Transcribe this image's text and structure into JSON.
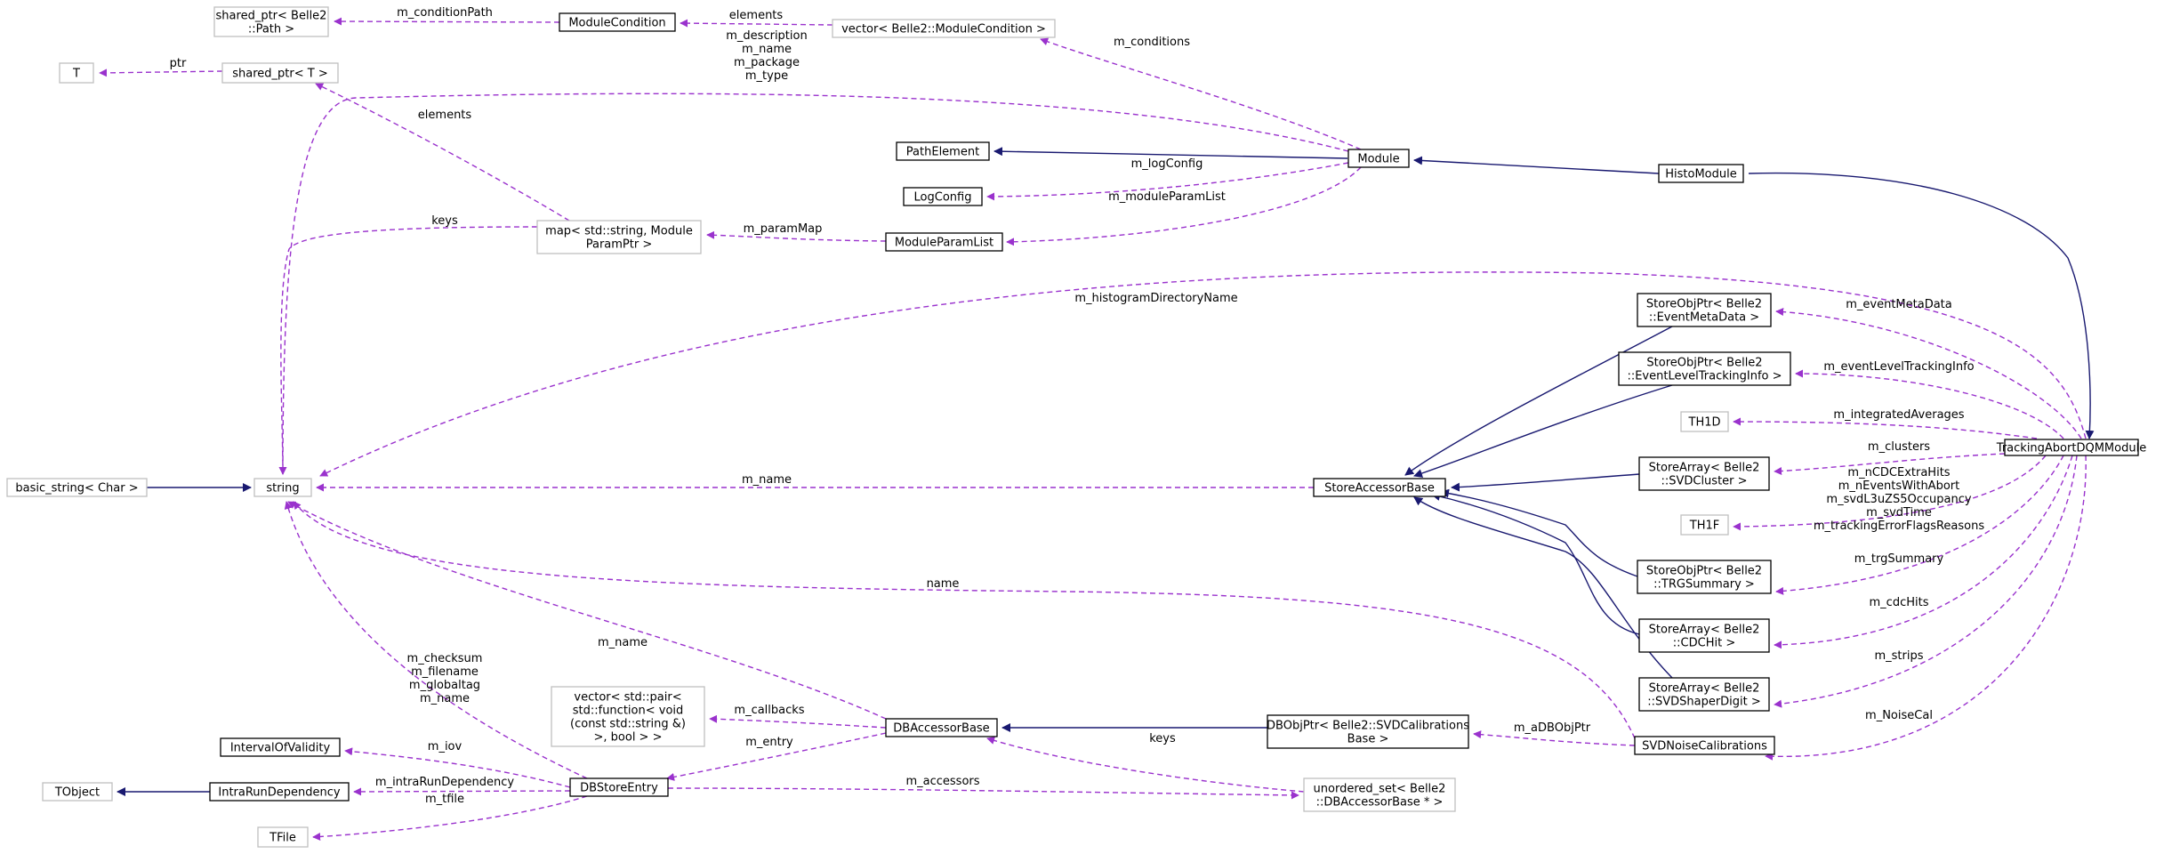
{
  "colors": {
    "inheritance": "#191970",
    "usage": "#9a32cd",
    "documented_border": "#000000",
    "external_border": "#bfbfbf",
    "focus_fill": "#bfbfbf"
  },
  "nodes": [
    {
      "id": "tracking",
      "lines": [
        "TrackingAbortDQMModule"
      ],
      "kind": "focus"
    },
    {
      "id": "histomodule",
      "lines": [
        "HistoModule"
      ],
      "kind": "class"
    },
    {
      "id": "module",
      "lines": [
        "Module"
      ],
      "kind": "class"
    },
    {
      "id": "pathelement",
      "lines": [
        "PathElement"
      ],
      "kind": "class"
    },
    {
      "id": "logconfig",
      "lines": [
        "LogConfig"
      ],
      "kind": "class"
    },
    {
      "id": "moduleparamlist",
      "lines": [
        "ModuleParamList"
      ],
      "kind": "class"
    },
    {
      "id": "modulecondition",
      "lines": [
        "ModuleCondition"
      ],
      "kind": "class"
    },
    {
      "id": "vec_modcond",
      "lines": [
        "vector< Belle2::ModuleCondition >"
      ],
      "kind": "external"
    },
    {
      "id": "sp_path",
      "lines": [
        "shared_ptr< Belle2",
        "::Path >"
      ],
      "kind": "external"
    },
    {
      "id": "sp_t",
      "lines": [
        "shared_ptr< T >"
      ],
      "kind": "external"
    },
    {
      "id": "t",
      "lines": [
        "T"
      ],
      "kind": "external"
    },
    {
      "id": "map",
      "lines": [
        "map< std::string, Module",
        "ParamPtr >"
      ],
      "kind": "external"
    },
    {
      "id": "string",
      "lines": [
        "string"
      ],
      "kind": "external"
    },
    {
      "id": "basic_string",
      "lines": [
        "basic_string< Char >"
      ],
      "kind": "external"
    },
    {
      "id": "storeaccessorbase",
      "lines": [
        "StoreAccessorBase"
      ],
      "kind": "class"
    },
    {
      "id": "sop_emd",
      "lines": [
        "StoreObjPtr< Belle2",
        "::EventMetaData >"
      ],
      "kind": "class"
    },
    {
      "id": "sop_elti",
      "lines": [
        "StoreObjPtr< Belle2",
        "::EventLevelTrackingInfo >"
      ],
      "kind": "class"
    },
    {
      "id": "th1d",
      "lines": [
        "TH1D"
      ],
      "kind": "external"
    },
    {
      "id": "sa_svdcluster",
      "lines": [
        "StoreArray< Belle2",
        "::SVDCluster >"
      ],
      "kind": "class"
    },
    {
      "id": "th1f",
      "lines": [
        "TH1F"
      ],
      "kind": "external"
    },
    {
      "id": "sop_trg",
      "lines": [
        "StoreObjPtr< Belle2",
        "::TRGSummary >"
      ],
      "kind": "class"
    },
    {
      "id": "sa_cdchit",
      "lines": [
        "StoreArray< Belle2",
        "::CDCHit >"
      ],
      "kind": "class"
    },
    {
      "id": "sa_svdshaper",
      "lines": [
        "StoreArray< Belle2",
        "::SVDShaperDigit >"
      ],
      "kind": "class"
    },
    {
      "id": "svdnoise",
      "lines": [
        "SVDNoiseCalibrations"
      ],
      "kind": "class"
    },
    {
      "id": "dbobjptr",
      "lines": [
        "DBObjPtr< Belle2::SVDCalibrations",
        "Base >"
      ],
      "kind": "class"
    },
    {
      "id": "dbaccessorbase",
      "lines": [
        "DBAccessorBase"
      ],
      "kind": "class"
    },
    {
      "id": "vec_pair",
      "lines": [
        "vector< std::pair<",
        "std::function< void",
        "(const std::string &)",
        ">, bool > >"
      ],
      "kind": "external"
    },
    {
      "id": "unordered_set",
      "lines": [
        "unordered_set< Belle2",
        "::DBAccessorBase * >"
      ],
      "kind": "external"
    },
    {
      "id": "dbstoreentry",
      "lines": [
        "DBStoreEntry"
      ],
      "kind": "class"
    },
    {
      "id": "intervalofvalidity",
      "lines": [
        "IntervalOfValidity"
      ],
      "kind": "class"
    },
    {
      "id": "intrarundependency",
      "lines": [
        "IntraRunDependency"
      ],
      "kind": "class"
    },
    {
      "id": "tobject",
      "lines": [
        "TObject"
      ],
      "kind": "external"
    },
    {
      "id": "tfile",
      "lines": [
        "TFile"
      ],
      "kind": "external"
    }
  ],
  "edges": [
    {
      "id": "e1",
      "from": "histomodule",
      "to": "tracking",
      "type": "inheritance",
      "labels": []
    },
    {
      "id": "e2",
      "from": "module",
      "to": "histomodule",
      "type": "inheritance",
      "labels": []
    },
    {
      "id": "e3",
      "from": "pathelement",
      "to": "module",
      "type": "inheritance",
      "labels": []
    },
    {
      "id": "e4",
      "from": "logconfig",
      "to": "module",
      "type": "usage",
      "labels": [
        "m_logConfig"
      ]
    },
    {
      "id": "e5",
      "from": "moduleparamlist",
      "to": "module",
      "type": "usage",
      "labels": [
        "m_moduleParamList"
      ]
    },
    {
      "id": "e6",
      "from": "vec_modcond",
      "to": "module",
      "type": "usage",
      "labels": [
        "m_conditions"
      ]
    },
    {
      "id": "e7",
      "from": "modulecondition",
      "to": "vec_modcond",
      "type": "usage",
      "labels": [
        "elements"
      ]
    },
    {
      "id": "e8",
      "from": "sp_path",
      "to": "modulecondition",
      "type": "usage",
      "labels": [
        "m_conditionPath"
      ]
    },
    {
      "id": "e9",
      "from": "t",
      "to": "sp_t",
      "type": "usage",
      "labels": [
        "ptr"
      ]
    },
    {
      "id": "e10",
      "from": "map",
      "to": "moduleparamlist",
      "type": "usage",
      "labels": [
        "m_paramMap"
      ]
    },
    {
      "id": "e11",
      "from": "sp_t",
      "to": "map",
      "type": "usage",
      "labels": [
        "elements"
      ]
    },
    {
      "id": "e12",
      "from": "string",
      "to": "map",
      "type": "usage",
      "labels": [
        "keys"
      ]
    },
    {
      "id": "e13",
      "from": "string",
      "to": "module",
      "type": "usage",
      "labels": [
        "m_description",
        "m_name",
        "m_package",
        "m_type"
      ]
    },
    {
      "id": "e14",
      "from": "string",
      "to": "tracking",
      "type": "usage",
      "labels": [
        "m_histogramDirectoryName"
      ]
    },
    {
      "id": "e15",
      "from": "basic_string",
      "to": "string",
      "type": "inheritance",
      "labels": []
    },
    {
      "id": "e16",
      "from": "string",
      "to": "storeaccessorbase",
      "type": "usage",
      "labels": [
        "m_name"
      ]
    },
    {
      "id": "e17",
      "from": "storeaccessorbase",
      "to": "sop_emd",
      "type": "inheritance",
      "labels": []
    },
    {
      "id": "e18",
      "from": "storeaccessorbase",
      "to": "sop_elti",
      "type": "inheritance",
      "labels": []
    },
    {
      "id": "e19",
      "from": "storeaccessorbase",
      "to": "sa_svdcluster",
      "type": "inheritance",
      "labels": []
    },
    {
      "id": "e20",
      "from": "storeaccessorbase",
      "to": "sop_trg",
      "type": "inheritance",
      "labels": []
    },
    {
      "id": "e21",
      "from": "storeaccessorbase",
      "to": "sa_cdchit",
      "type": "inheritance",
      "labels": []
    },
    {
      "id": "e22",
      "from": "storeaccessorbase",
      "to": "sa_svdshaper",
      "type": "inheritance",
      "labels": []
    },
    {
      "id": "e23",
      "from": "sop_emd",
      "to": "tracking",
      "type": "usage",
      "labels": [
        "m_eventMetaData"
      ]
    },
    {
      "id": "e24",
      "from": "sop_elti",
      "to": "tracking",
      "type": "usage",
      "labels": [
        "m_eventLevelTrackingInfo"
      ]
    },
    {
      "id": "e25",
      "from": "th1d",
      "to": "tracking",
      "type": "usage",
      "labels": [
        "m_integratedAverages"
      ]
    },
    {
      "id": "e26",
      "from": "sa_svdcluster",
      "to": "tracking",
      "type": "usage",
      "labels": [
        "m_clusters"
      ]
    },
    {
      "id": "e27",
      "from": "th1f",
      "to": "tracking",
      "type": "usage",
      "labels": [
        "m_nCDCExtraHits",
        "m_nEventsWithAbort",
        "m_svdL3uZS5Occupancy",
        "m_svdTime",
        "m_trackingErrorFlagsReasons"
      ]
    },
    {
      "id": "e28",
      "from": "sop_trg",
      "to": "tracking",
      "type": "usage",
      "labels": [
        "m_trgSummary"
      ]
    },
    {
      "id": "e29",
      "from": "sa_cdchit",
      "to": "tracking",
      "type": "usage",
      "labels": [
        "m_cdcHits"
      ]
    },
    {
      "id": "e30",
      "from": "sa_svdshaper",
      "to": "tracking",
      "type": "usage",
      "labels": [
        "m_strips"
      ]
    },
    {
      "id": "e31",
      "from": "svdnoise",
      "to": "tracking",
      "type": "usage",
      "labels": [
        "m_NoiseCal"
      ]
    },
    {
      "id": "e32",
      "from": "string",
      "to": "svdnoise",
      "type": "usage",
      "labels": [
        "name"
      ]
    },
    {
      "id": "e33",
      "from": "dbobjptr",
      "to": "svdnoise",
      "type": "usage",
      "labels": [
        "m_aDBObjPtr"
      ]
    },
    {
      "id": "e34",
      "from": "dbaccessorbase",
      "to": "dbobjptr",
      "type": "inheritance",
      "labels": []
    },
    {
      "id": "e35",
      "from": "string",
      "to": "dbaccessorbase",
      "type": "usage",
      "labels": [
        "m_name"
      ]
    },
    {
      "id": "e36",
      "from": "vec_pair",
      "to": "dbaccessorbase",
      "type": "usage",
      "labels": [
        "m_callbacks"
      ]
    },
    {
      "id": "e37",
      "from": "dbstoreentry",
      "to": "dbaccessorbase",
      "type": "usage",
      "labels": [
        "m_entry"
      ]
    },
    {
      "id": "e38",
      "from": "dbaccessorbase",
      "to": "unordered_set",
      "type": "usage",
      "labels": [
        "keys"
      ]
    },
    {
      "id": "e39",
      "from": "unordered_set",
      "to": "dbstoreentry",
      "type": "usage",
      "labels": [
        "m_accessors"
      ]
    },
    {
      "id": "e40",
      "from": "string",
      "to": "dbstoreentry",
      "type": "usage",
      "labels": [
        "m_checksum",
        "m_filename",
        "m_globaltag",
        "m_name"
      ]
    },
    {
      "id": "e41",
      "from": "intervalofvalidity",
      "to": "dbstoreentry",
      "type": "usage",
      "labels": [
        "m_iov"
      ]
    },
    {
      "id": "e42",
      "from": "intrarundependency",
      "to": "dbstoreentry",
      "type": "usage",
      "labels": [
        "m_intraRunDependency"
      ]
    },
    {
      "id": "e43",
      "from": "tobject",
      "to": "intrarundependency",
      "type": "inheritance",
      "labels": []
    },
    {
      "id": "e44",
      "from": "tfile",
      "to": "dbstoreentry",
      "type": "usage",
      "labels": [
        "m_tfile"
      ]
    }
  ]
}
